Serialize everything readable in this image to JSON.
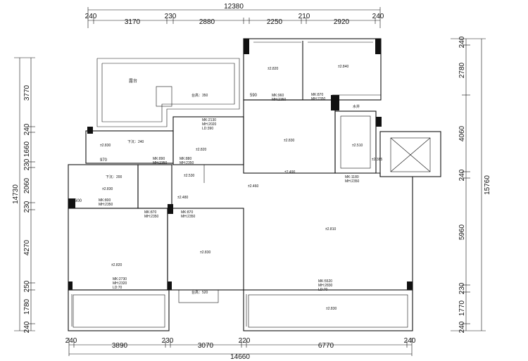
{
  "top_dims": {
    "overall": "12380",
    "segments_upper": [
      "240",
      "230",
      "2250",
      "210",
      "240"
    ],
    "segments_lower": [
      "3170",
      "2880",
      "2920"
    ]
  },
  "bottom_dims": {
    "overall": "14660",
    "segments_upper": [
      "240",
      "230",
      "220",
      "240"
    ],
    "segments_lower": [
      "3890",
      "3070",
      "6770"
    ]
  },
  "left_dims": {
    "outer": [
      "3770",
      "240",
      "1660",
      "230",
      "2060",
      "230",
      "4270",
      "250",
      "1780",
      "240"
    ],
    "overall": "14730"
  },
  "right_dims": {
    "inner": [
      "240",
      "2780",
      "4060",
      "240",
      "5960",
      "230",
      "1770",
      "240"
    ],
    "overall": "15760"
  },
  "rooms": {
    "terrace_label": "露台",
    "terrace_step": "台高：350",
    "room_levels": [
      "±2.820",
      "±2.840",
      "±2.830",
      "±2.820",
      "±2.830",
      "±2.510",
      "±2.830",
      "±2.820",
      "±2.830",
      "±2.810",
      "±2.830"
    ],
    "level_2490": "±2.490",
    "level_2530": "±2.530",
    "level_2480": "±2.480",
    "level_2460": "±2.460",
    "level_2385": "±2.385",
    "water_well": "水井",
    "sink_240": "下沉：240",
    "sink_200": "下沉：200",
    "step_520": "台高：520"
  },
  "openings": {
    "d1": [
      "MK:960",
      "MH:2350"
    ],
    "d2": [
      "MK:870",
      "MH:2350"
    ],
    "d3": [
      "MK:2130",
      "MH:2020",
      "LD:390"
    ],
    "d4": [
      "MK:890",
      "MH:2350"
    ],
    "d5": [
      "MK:880",
      "MH:2350"
    ],
    "d6": [
      "MK:800",
      "MH:2350"
    ],
    "d7": [
      "MK:870",
      "MH:2350"
    ],
    "d8": [
      "MK:870",
      "MH:2350"
    ],
    "d9": [
      "MK:1180",
      "MH:2350"
    ],
    "d10": [
      "MK:2730",
      "MH:2320",
      "LD:70"
    ],
    "d11": [
      "MK:5520",
      "MH:2830",
      "LD:70"
    ]
  },
  "notes": {
    "n590": "590",
    "n970": "970",
    "n600": "600"
  }
}
